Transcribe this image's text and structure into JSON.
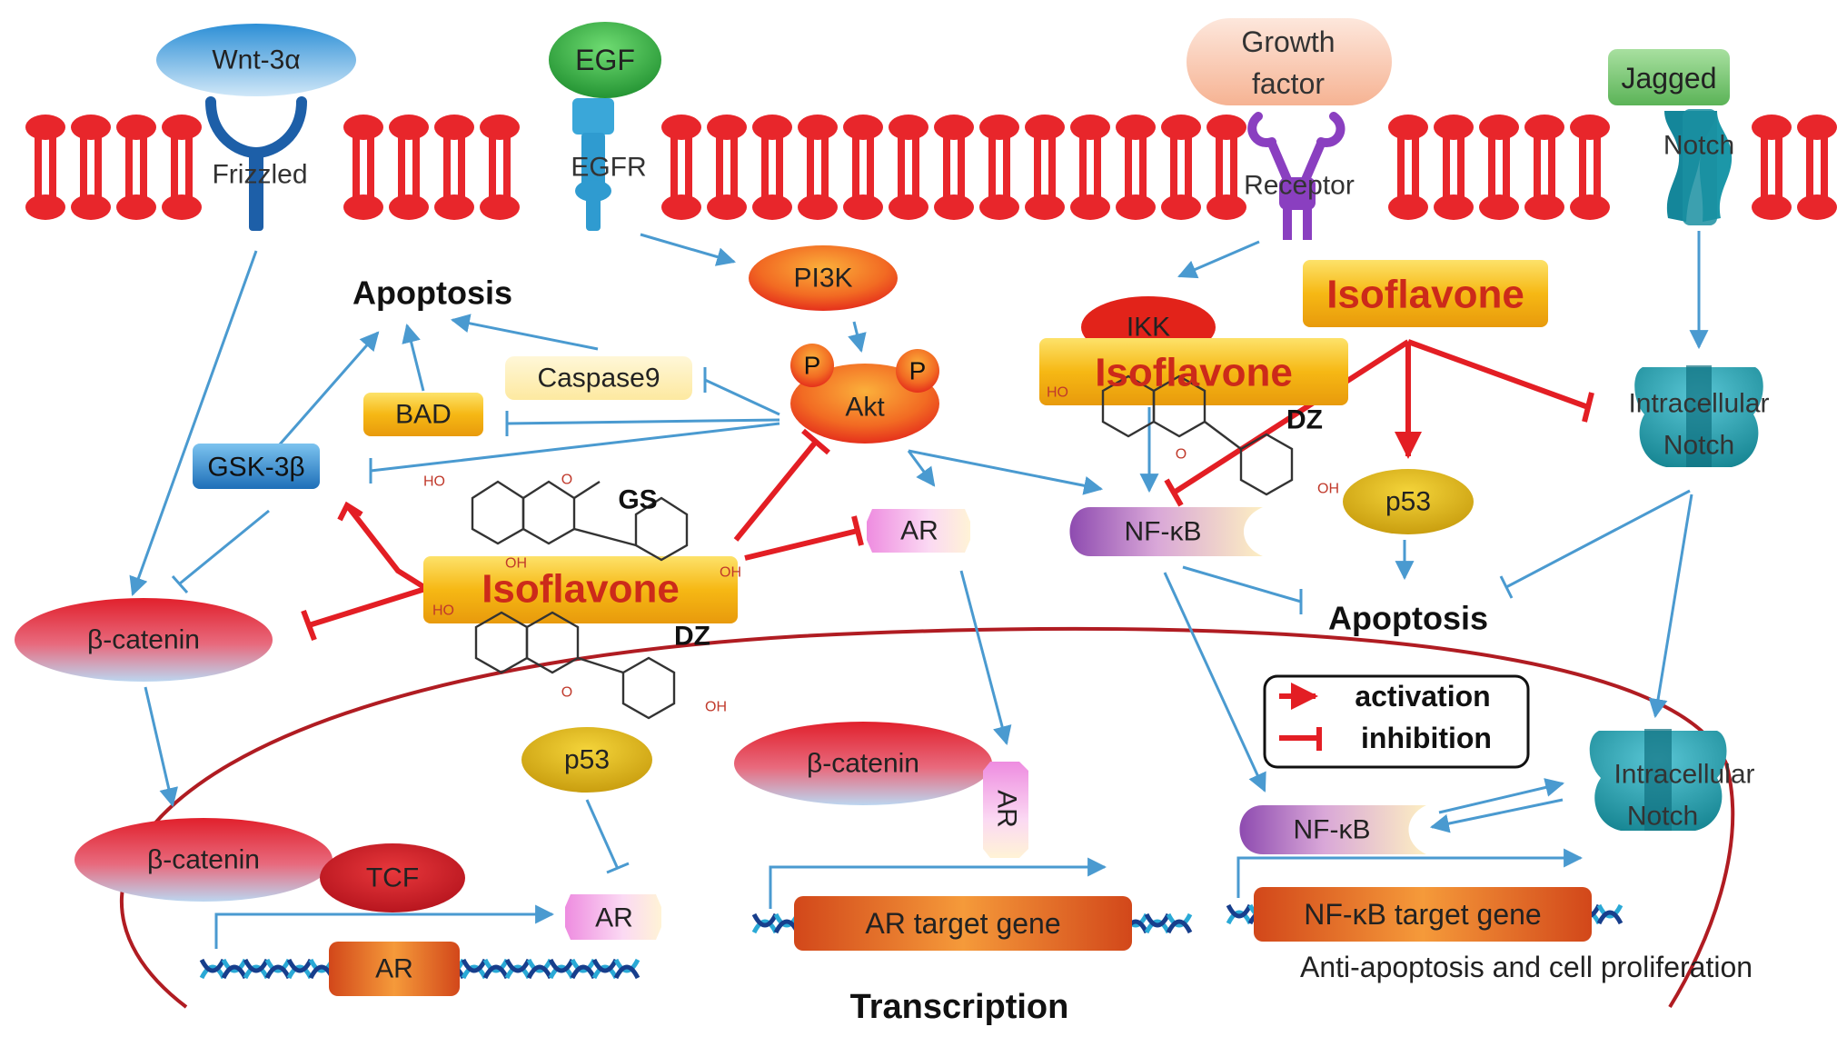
{
  "ligands": {
    "wnt": "Wnt-3α",
    "egf": "EGF",
    "growth_factor_line1": "Growth",
    "growth_factor_line2": "factor",
    "jagged": "Jagged"
  },
  "receptors": {
    "frizzled": "Frizzled",
    "egfr": "EGFR",
    "receptor": "Receptor",
    "notch": "Notch"
  },
  "nodes": {
    "pi3k": "PI3K",
    "akt": "Akt",
    "p_label": "P",
    "caspase9": "Caspase9",
    "bad": "BAD",
    "gsk3b": "GSK-3β",
    "beta_catenin": "β-catenin",
    "ar": "AR",
    "ikk": "IKK",
    "nfkb": "NF-κB",
    "p53": "p53",
    "intracellular_notch_line1": "Intracellular",
    "intracellular_notch_line2": "Notch",
    "tcf": "TCF",
    "ar_target_gene": "AR target gene",
    "nfkb_target_gene": "NF-κB target gene"
  },
  "labels": {
    "apoptosis": "Apoptosis",
    "isoflavone": "Isoflavone",
    "gs": "GS",
    "dz": "DZ",
    "ho": "HO",
    "oh": "OH",
    "o": "O",
    "transcription": "Transcription",
    "anti_apoptosis": "Anti-apoptosis and cell proliferation"
  },
  "legend": {
    "activation": "activation",
    "inhibition": "inhibition"
  },
  "colors": {
    "membrane": "#e8262b",
    "arrow_blue": "#4a9ad0",
    "arrow_red": "#e31e24",
    "nucleus_line": "#b01c22",
    "isoflavone_text": "#cc2a1a",
    "isoflavone_box": "#f6b814"
  }
}
